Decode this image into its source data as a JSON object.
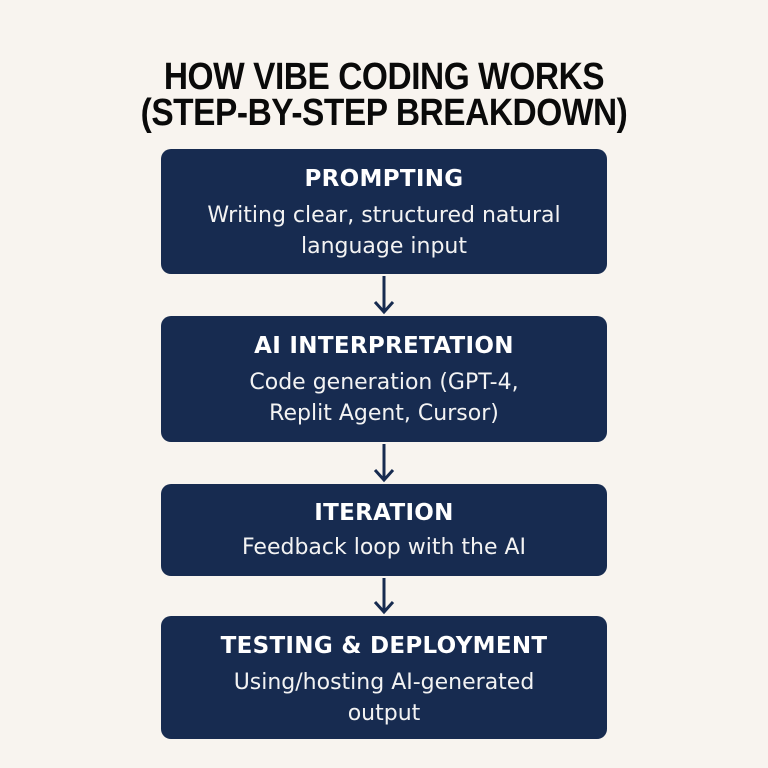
{
  "title": {
    "line1": "HOW VIBE CODING WORKS",
    "line2": "(STEP-BY-STEP BREAKDOWN)"
  },
  "colors": {
    "background": "#f8f4ef",
    "box_fill": "#172b50",
    "box_text": "#ffffff",
    "title_text": "#0a0a0a",
    "arrow": "#172b50"
  },
  "steps": [
    {
      "heading": "PROMPTING",
      "description": "Writing clear, structured natural language input"
    },
    {
      "heading": "AI INTERPRETATION",
      "description": "Code generation (GPT-4, Replit Agent, Cursor)"
    },
    {
      "heading": "ITERATION",
      "description": "Feedback loop with the AI"
    },
    {
      "heading": "TESTING & DEPLOYMENT",
      "description": "Using/hosting AI-generated output"
    }
  ],
  "connectors": [
    "down-arrow",
    "down-arrow",
    "down-arrow"
  ]
}
